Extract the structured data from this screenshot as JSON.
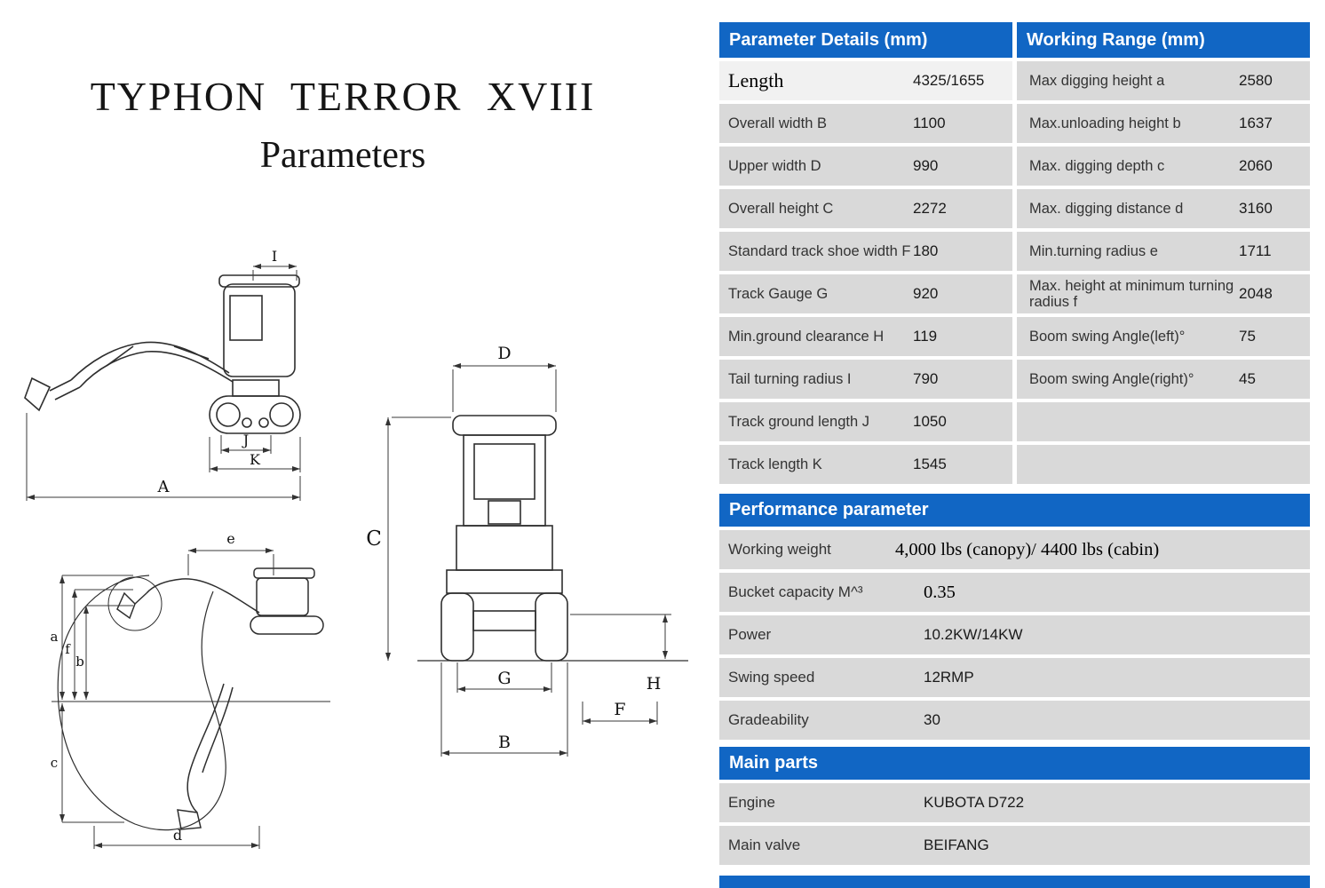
{
  "title": {
    "line1": "TYPHON  TERROR  XVIII",
    "line2": "Parameters"
  },
  "colors": {
    "header_blue": "#1166c4",
    "row_gray": "#d9d9d9"
  },
  "param_table": {
    "header_left": "Parameter Details (mm)",
    "header_right": "Working Range (mm)",
    "rows": [
      {
        "lp": "Length",
        "lv": "4325/1655",
        "rp": "Max digging height a",
        "rv": "2580"
      },
      {
        "lp": "Overall width B",
        "lv": "1100",
        "rp": "Max.unloading height b",
        "rv": "1637"
      },
      {
        "lp": "Upper width D",
        "lv": "990",
        "rp": "Max. digging depth c",
        "rv": "2060"
      },
      {
        "lp": "Overall height C",
        "lv": "2272",
        "rp": "Max. digging distance d",
        "rv": "3160"
      },
      {
        "lp": "Standard track shoe width F",
        "lv": "180",
        "rp": "Min.turning radius e",
        "rv": "1711"
      },
      {
        "lp": "Track Gauge G",
        "lv": "920",
        "rp": "Max. height at minimum turning radius f",
        "rv": "2048"
      },
      {
        "lp": "Min.ground clearance H",
        "lv": "119",
        "rp": "Boom swing Angle(left)°",
        "rv": "75"
      },
      {
        "lp": "Tail turning radius I",
        "lv": "790",
        "rp": "Boom swing Angle(right)°",
        "rv": "45"
      },
      {
        "lp": "Track ground length J",
        "lv": "1050",
        "rp": "",
        "rv": ""
      },
      {
        "lp": "Track length K",
        "lv": "1545",
        "rp": "",
        "rv": ""
      }
    ]
  },
  "performance": {
    "header": "Performance parameter",
    "rows": [
      {
        "label": "Working weight",
        "value": "4,000 lbs (canopy)/ 4400 lbs (cabin)"
      },
      {
        "label": "Bucket capacity M^³",
        "value": "0.35"
      },
      {
        "label": "Power",
        "value": "10.2KW/14KW"
      },
      {
        "label": "Swing speed",
        "value": "12RMP"
      },
      {
        "label": "Gradeability",
        "value": "30"
      }
    ]
  },
  "main_parts": {
    "header": "Main parts",
    "rows": [
      {
        "label": "Engine",
        "value": "KUBOTA D722"
      },
      {
        "label": "Main valve",
        "value": "BEIFANG"
      }
    ]
  },
  "diagram": {
    "side": {
      "I": "I",
      "J": "J",
      "K": "K",
      "A": "A"
    },
    "front": {
      "D": "D",
      "C": "C",
      "G": "G",
      "F": "F",
      "B": "B",
      "H": "H"
    },
    "range": {
      "e": "e",
      "a": "a",
      "f": "f",
      "b": "b",
      "c": "c",
      "d": "d"
    }
  }
}
